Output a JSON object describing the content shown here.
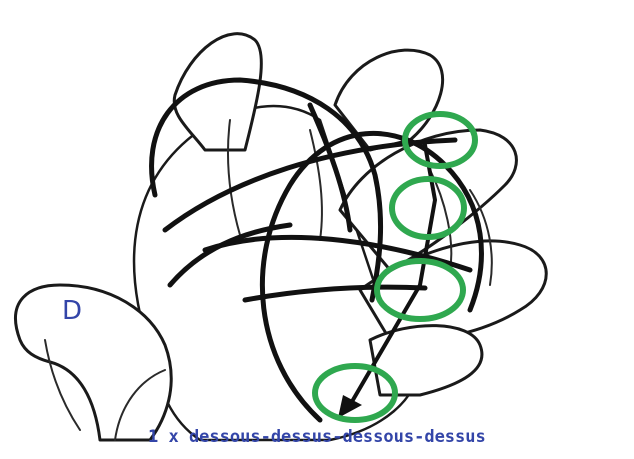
{
  "hand_label": "D",
  "caption": "1 x dessous-dessus-dessous-dessus",
  "colors": {
    "ring": "#2fa84f",
    "text": "#3345a8",
    "ink": "#111111"
  },
  "icons": [
    "hand-sketch",
    "string-loops",
    "green-circle-marker",
    "arrow-down-icon"
  ]
}
